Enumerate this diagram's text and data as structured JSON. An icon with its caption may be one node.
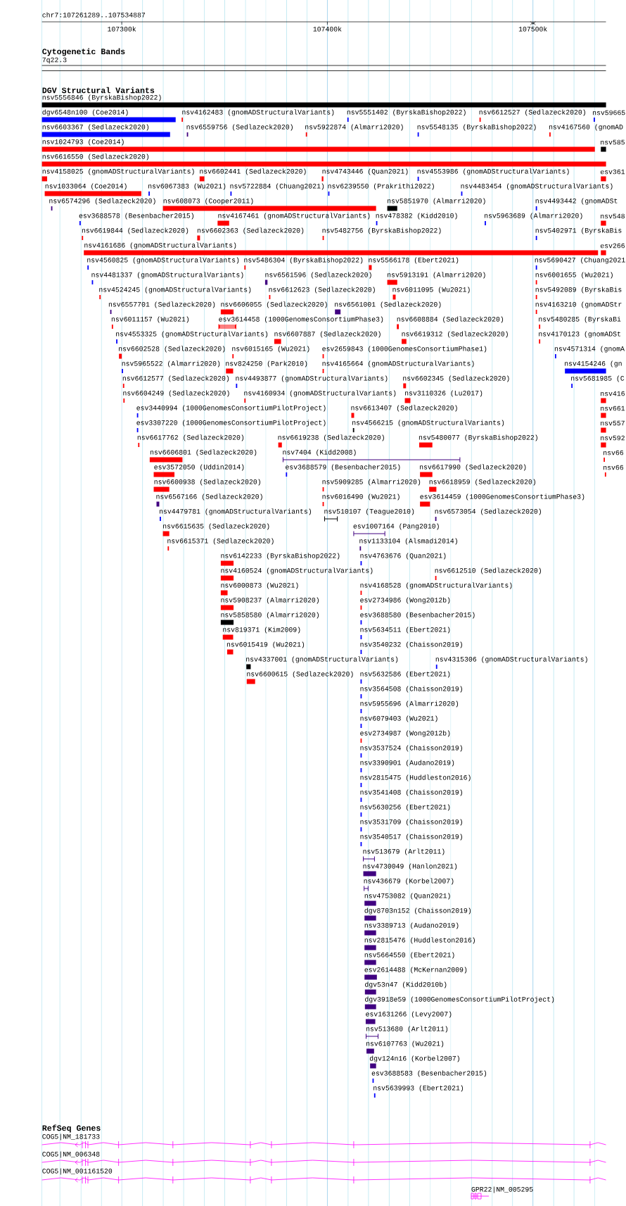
{
  "diagram": {
    "labels": [
      "chr7:107261289..107534887",
      "107300k",
      "107400k",
      "107500k",
      "Cytogenetic Bands",
      "7q22.3",
      "DGV Structural Variants",
      "nsv5556846 (ByrskaBishop2022)",
      "dgv6548n100 (Coe2014)",
      "nsv4162483 (gnomADStructuralVariants)",
      "nsv5551402 (ByrskaBishop2022)",
      "nsv6612527 (Sedlazeck2020)",
      "nsv59665",
      "nsv6603367 (Sedlazeck2020)",
      "nsv6559756 (Sedlazeck2020)",
      "nsv5922874 (Almarri2020)",
      "nsv5548135 (ByrskaBishop2022)",
      "nsv4167560 (gnomAD",
      "nsv1024793 (Coe2014)",
      "nsv585",
      "nsv6616550 (Sedlazeck2020)",
      "nsv4158025 (gnomADStructuralVariants)",
      "nsv6602441 (Sedlazeck2020)",
      "nsv4743446 (Quan2021)",
      "nsv4553986 (gnomADStructuralVariants)",
      "esv361",
      "nsv1033064 (Coe2014)",
      "nsv6067383 (Wu2021)",
      "nsv5722884 (Chuang2021)",
      "nsv6239550 (Prakrithi2022)",
      "nsv4483454 (gnomADStructuralVariants)",
      "nsv6574296 (Sedlazeck2020)",
      "nsv608073 (Cooper2011)",
      "nsv5851970 (Almarri2020)",
      "nsv4493442 (gnomADSt",
      "esv3688578 (Besenbacher2015)",
      "nsv4167461 (gnomADStructuralVariants)",
      "nsv478382 (Kidd2010)",
      "nsv5963689 (Almarri2020)",
      "nsv548",
      "nsv6619844 (Sedlazeck2020)",
      "nsv6602363 (Sedlazeck2020)",
      "nsv5482756 (ByrskaBishop2022)",
      "nsv5402971 (ByrskaBis",
      "nsv4161686 (gnomADStructuralVariants)",
      "esv266",
      "nsv4560825 (gnomADStructuralVariants)",
      "nsv5486304 (ByrskaBishop2022)",
      "nsv5566178 (Ebert2021)",
      "nsv5690427 (Chuang2021",
      "nsv4481337 (gnomADStructuralVariants)",
      "nsv6561596 (Sedlazeck2020)",
      "nsv5913191 (Almarri2020)",
      "nsv6001655 (Wu2021)",
      "nsv4524245 (gnomADStructuralVariants)",
      "nsv6612623 (Sedlazeck2020)",
      "nsv6011095 (Wu2021)",
      "nsv5492089 (ByrskaBis",
      "nsv6557701 (Sedlazeck2020)",
      "nsv6606055 (Sedlazeck2020)",
      "nsv6561001 (Sedlazeck2020)",
      "nsv4163210 (gnomADStr",
      "nsv6011157 (Wu2021)",
      "esv3614458 (1000GenomesConsortiumPhase3)",
      "nsv6608884 (Sedlazeck2020)",
      "nsv5480285 (ByrskaBi",
      "nsv4553325 (gnomADStructuralVariants)",
      "nsv6607887 (Sedlazeck2020)",
      "nsv6619312 (Sedlazeck2020)",
      "nsv4170123 (gnomADSt",
      "nsv6602528 (Sedlazeck2020)",
      "nsv6015165 (Wu2021)",
      "esv2659843 (1000GenomesConsortiumPhase1)",
      "nsv4571314 (gnomA",
      "nsv5965522 (Almarri2020)",
      "nsv824250 (Park2010)",
      "nsv4165664 (gnomADStructuralVariants)",
      "nsv4154246 (gn",
      "nsv6612577 (Sedlazeck2020)",
      "nsv4493877 (gnomADStructuralVariants)",
      "nsv6602345 (Sedlazeck2020)",
      "nsv5681985 (C",
      "nsv6604249 (Sedlazeck2020)",
      "nsv4160934 (gnomADStructuralVariants)",
      "nsv3110326 (Lu2017)",
      "nsv416",
      "esv3440994 (1000GenomesConsortiumPilotProject)",
      "nsv6613407 (Sedlazeck2020)",
      "nsv661",
      "esv3307220 (1000GenomesConsortiumPilotProject)",
      "nsv4566215 (gnomADStructuralVariants)",
      "nsv557",
      "nsv6617762 (Sedlazeck2020)",
      "nsv6619238 (Sedlazeck2020)",
      "nsv5480077 (ByrskaBishop2022)",
      "nsv592",
      "nsv6606801 (Sedlazeck2020)",
      "nsv7404 (Kidd2008)",
      "nsv66",
      "esv3572050 (Uddin2014)",
      "esv3688579 (Besenbacher2015)",
      "nsv6617990 (Sedlazeck2020)",
      "nsv66",
      "nsv6600938 (Sedlazeck2020)",
      "nsv5909285 (Almarri2020)",
      "nsv6618959 (Sedlazeck2020)",
      "nsv6567166 (Sedlazeck2020)",
      "nsv6016490 (Wu2021)",
      "esv3614459 (1000GenomesConsortiumPhase3)",
      "nsv4479781 (gnomADStructuralVariants)",
      "nsv510107 (Teague2010)",
      "nsv6573054 (Sedlazeck2020)",
      "nsv6615635 (Sedlazeck2020)",
      "esv1007164 (Pang2010)",
      "nsv6615371 (Sedlazeck2020)",
      "nsv1133104 (Alsmadi2014)",
      "nsv6142233 (ByrskaBishop2022)",
      "nsv4763676 (Quan2021)",
      "nsv4160524 (gnomADStructuralVariants)",
      "nsv6612510 (Sedlazeck2020)",
      "nsv6000873 (Wu2021)",
      "nsv4168528 (gnomADStructuralVariants)",
      "nsv5908237 (Almarri2020)",
      "esv2734986 (Wong2012b)",
      "nsv5858580 (Almarri2020)",
      "esv3688580 (Besenbacher2015)",
      "nsv819371 (Kim2009)",
      "nsv5634511 (Ebert2021)",
      "nsv6015419 (Wu2021)",
      "nsv3540232 (Chaisson2019)",
      "nsv4337001 (gnomADStructuralVariants)",
      "nsv4315306 (gnomADStructuralVariants)",
      "nsv6600615 (Sedlazeck2020)",
      "nsv5632586 (Ebert2021)",
      "nsv3564508 (Chaisson2019)",
      "nsv5955696 (Almarri2020)",
      "nsv6079403 (Wu2021)",
      "esv2734987 (Wong2012b)",
      "nsv3537524 (Chaisson2019)",
      "nsv3390901 (Audano2019)",
      "nsv2815475 (Huddleston2016)",
      "nsv3541408 (Chaisson2019)",
      "nsv5630256 (Ebert2021)",
      "nsv3531709 (Chaisson2019)",
      "nsv3540517 (Chaisson2019)",
      "nsv513679 (Arlt2011)",
      "nsv4730049 (Hanlon2021)",
      "nsv436679 (Korbel2007)",
      "nsv4753082 (Quan2021)",
      "dgv8703n152 (Chaisson2019)",
      "nsv3389713 (Audano2019)",
      "nsv2815476 (Huddleston2016)",
      "nsv5664550 (Ebert2021)",
      "esv2614488 (McKernan2009)",
      "dgv53n47 (Kidd2010b)",
      "dgv3918e59 (1000GenomesConsortiumPilotProject)",
      "esv1631266 (Levy2007)",
      "nsv513680 (Arlt2011)",
      "nsv6107763 (Wu2021)",
      "dgv124n16 (Korbel2007)",
      "esv3688583 (Besenbacher2015)",
      "nsv5639993 (Ebert2021)",
      "RefSeq Genes",
      "COG5|NM_181733",
      "COG5|NM_006348",
      "COG5|NM_001161520",
      "GPR22|NM_005295"
    ]
  }
}
